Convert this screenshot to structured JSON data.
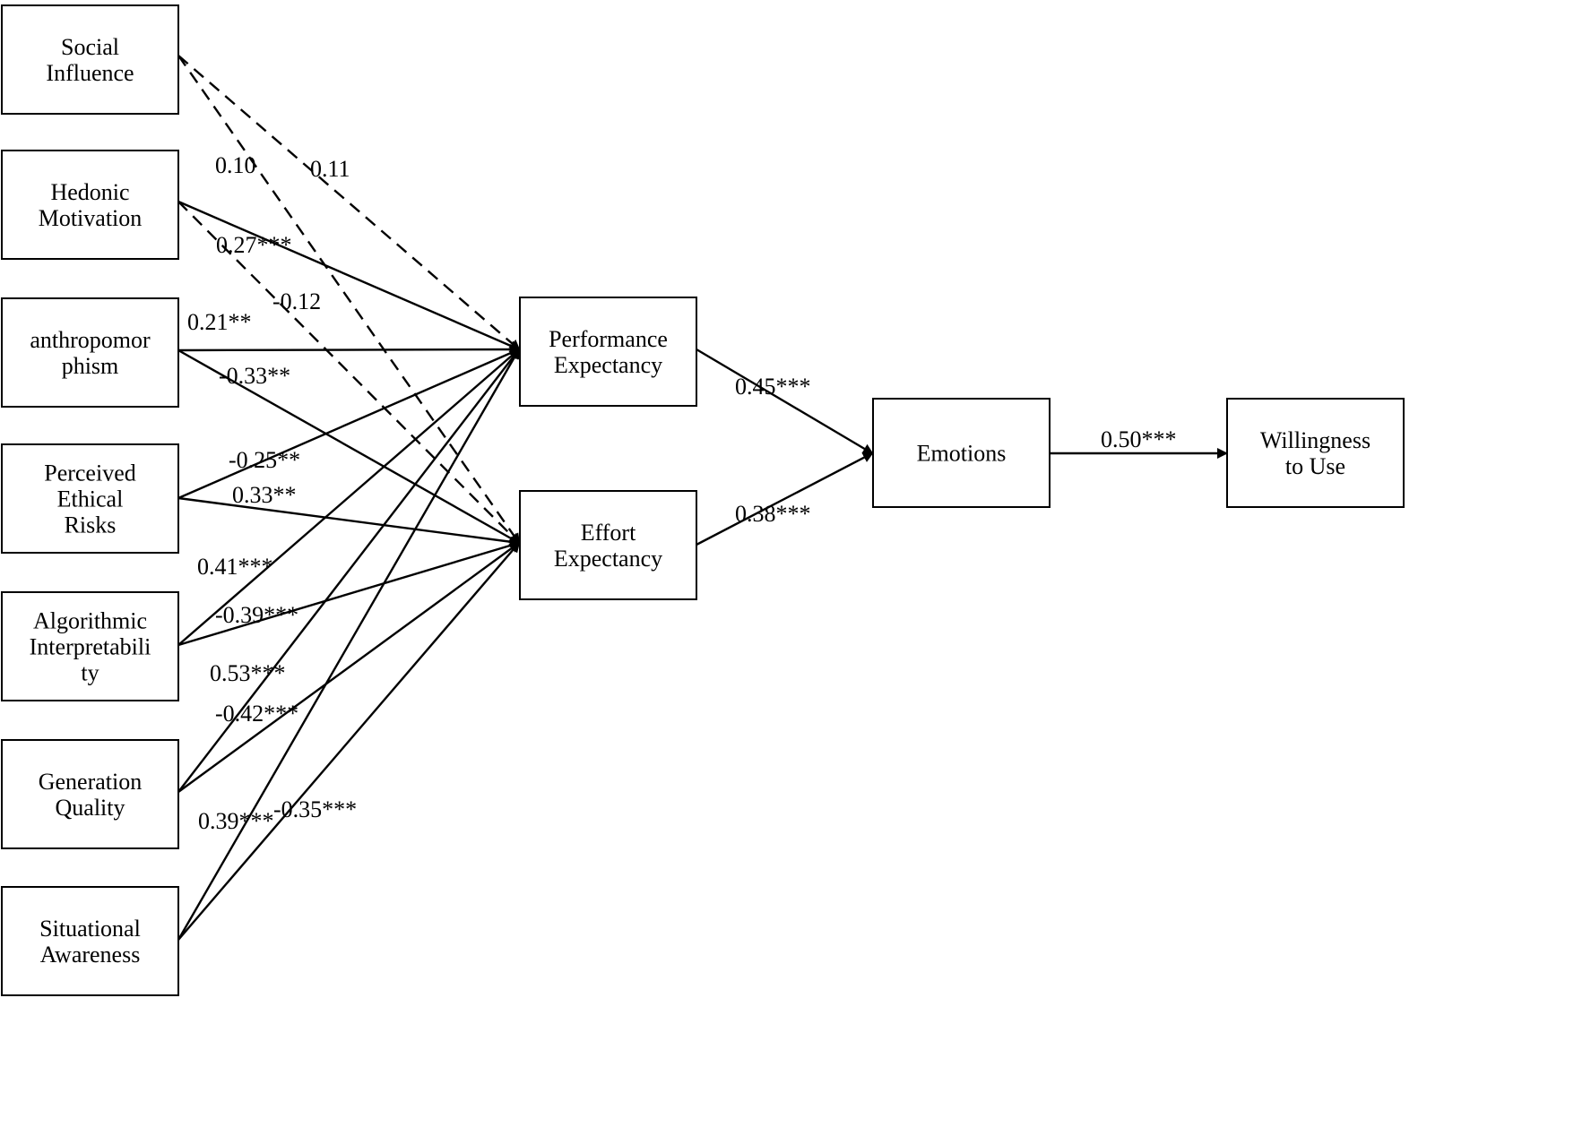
{
  "nodes": [
    {
      "id": "social",
      "lines": [
        "Social",
        "Influence"
      ]
    },
    {
      "id": "hedonic",
      "lines": [
        "Hedonic",
        "Motivation"
      ]
    },
    {
      "id": "anthro",
      "lines": [
        "anthropomor",
        "phism"
      ]
    },
    {
      "id": "ethical",
      "lines": [
        "Perceived",
        "Ethical",
        "Risks"
      ]
    },
    {
      "id": "algo",
      "lines": [
        "Algorithmic",
        "Interpretabili",
        "ty"
      ]
    },
    {
      "id": "genq",
      "lines": [
        "Generation",
        "Quality"
      ]
    },
    {
      "id": "situ",
      "lines": [
        "Situational",
        "Awareness"
      ]
    },
    {
      "id": "perf",
      "lines": [
        "Performance",
        "Expectancy"
      ]
    },
    {
      "id": "effort",
      "lines": [
        "Effort",
        "Expectancy"
      ]
    },
    {
      "id": "emotions",
      "lines": [
        "Emotions"
      ]
    },
    {
      "id": "willing",
      "lines": [
        "Willingness",
        "to Use"
      ]
    }
  ],
  "edges": [
    {
      "from": "social",
      "to": "perf",
      "label": "0.11",
      "style": "dashed"
    },
    {
      "from": "social",
      "to": "effort",
      "label": "0.10",
      "style": "dashed"
    },
    {
      "from": "hedonic",
      "to": "perf",
      "label": "0.27***",
      "style": "solid"
    },
    {
      "from": "hedonic",
      "to": "effort",
      "label": "-0.12",
      "style": "dashed"
    },
    {
      "from": "anthro",
      "to": "perf",
      "label": "0.21**",
      "style": "solid"
    },
    {
      "from": "anthro",
      "to": "effort",
      "label": "-0.33**",
      "style": "solid"
    },
    {
      "from": "ethical",
      "to": "perf",
      "label": "-0.25**",
      "style": "solid"
    },
    {
      "from": "ethical",
      "to": "effort",
      "label": "0.33**",
      "style": "solid"
    },
    {
      "from": "algo",
      "to": "perf",
      "label": "0.41***",
      "style": "solid"
    },
    {
      "from": "algo",
      "to": "effort",
      "label": "-0.39***",
      "style": "solid"
    },
    {
      "from": "genq",
      "to": "perf",
      "label": "0.53***",
      "style": "solid"
    },
    {
      "from": "genq",
      "to": "effort",
      "label": "-0.42***",
      "style": "solid"
    },
    {
      "from": "situ",
      "to": "perf",
      "label": "0.39***",
      "style": "solid"
    },
    {
      "from": "situ",
      "to": "effort",
      "label": "-0.35***",
      "style": "solid"
    },
    {
      "from": "perf",
      "to": "emotions",
      "label": "0.45***",
      "style": "solid"
    },
    {
      "from": "effort",
      "to": "emotions",
      "label": "0.38***",
      "style": "solid"
    },
    {
      "from": "emotions",
      "to": "willing",
      "label": "0.50***",
      "style": "solid"
    }
  ]
}
